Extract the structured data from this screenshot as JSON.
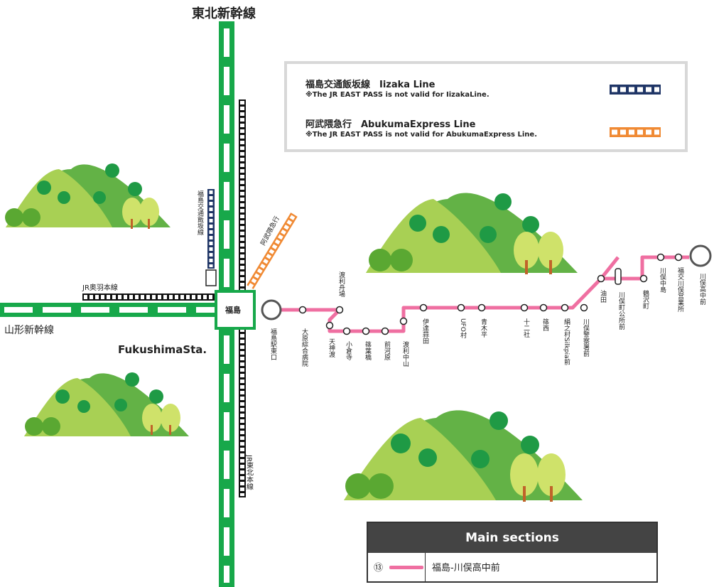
{
  "lines": {
    "tohoku_shinkansen": "東北新幹線",
    "yamagata_shinkansen": "山形新幹線",
    "ou_main_line": "JR奥羽本線",
    "tohoku_main_line": "JR東北本線",
    "iizaka_line_vertical": "福島交通飯坂線",
    "abukuma_vertical": "阿武隈急行",
    "fukushima_station": "福島",
    "fukushima_sta_en": "FukushimaSta."
  },
  "legend": {
    "iizaka_title": "福島交通飯坂線　Iizaka Line",
    "iizaka_note": "※The JR EAST PASS is not valid for IizakaLine.",
    "abukuma_title": "阿武隈急行　AbukumaExpress Line",
    "abukuma_note": "※The JR EAST PASS is not valid for AbukumaExpress Line.",
    "iizaka_color": "#1f3566",
    "abukuma_color": "#f08a34"
  },
  "route": {
    "color": "#ef6fa1",
    "stops": [
      "福島駅東口",
      "大原綜合病院",
      "渡利舟場",
      "天神渡",
      "小倉寺",
      "篠葉橋",
      "前河原",
      "渡利中山",
      "伊達蒜田",
      "UFO村",
      "青木平",
      "十二社",
      "篠西",
      "絹之村Silkpia前",
      "川俣警察署前",
      "油田",
      "川俣町公所前",
      "鶴沢町",
      "川俣中島",
      "福交川俣営業所",
      "川俣高中前"
    ]
  },
  "main_sections": {
    "header": "Main sections",
    "number": "⑬",
    "text": "福島-川俣高中前"
  }
}
